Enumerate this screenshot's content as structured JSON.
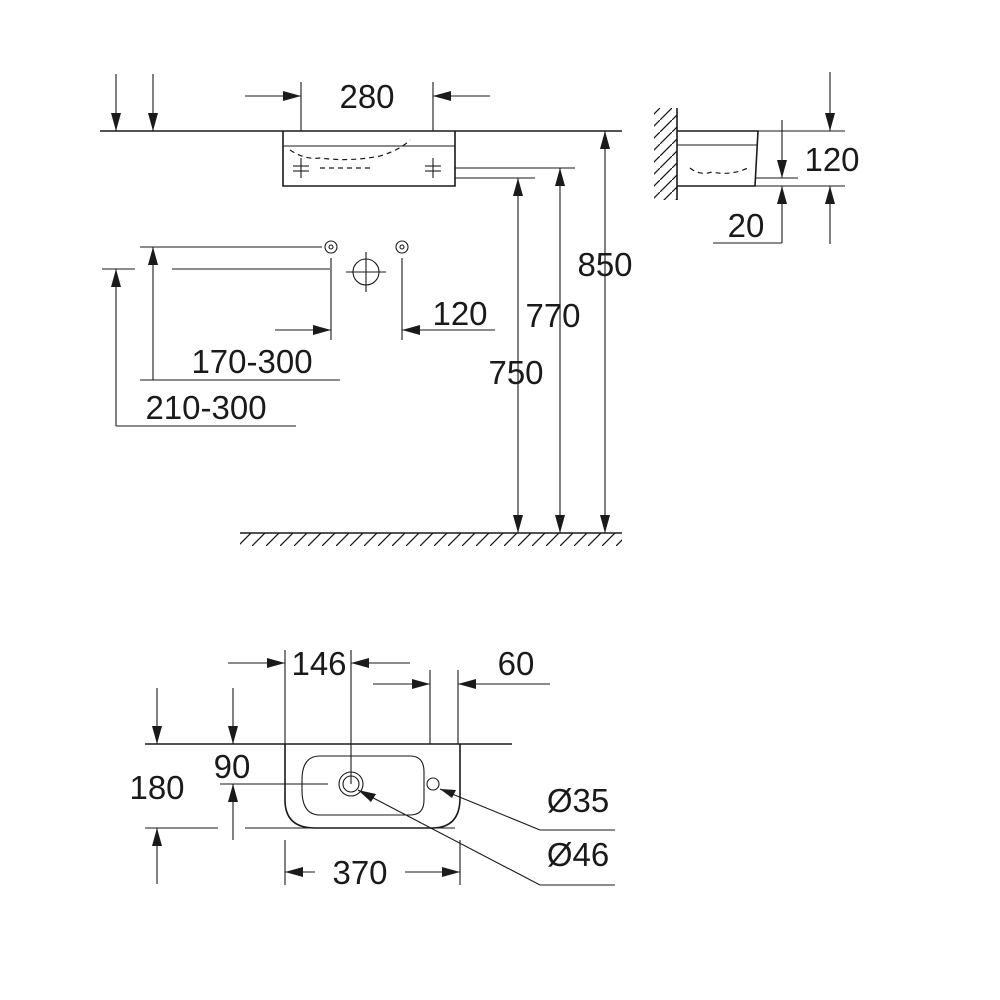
{
  "front_view": {
    "hole_spacing": "280",
    "height_overall": "850",
    "height_770": "770",
    "height_750": "750",
    "offset_120": "120",
    "range_170_300": "170-300",
    "range_210_300": "210-300"
  },
  "side_view": {
    "depth_120": "120",
    "thickness_20": "20"
  },
  "top_view": {
    "left_146": "146",
    "right_60": "60",
    "center_90": "90",
    "depth_180": "180",
    "width_370": "370",
    "hole_d35": "Ø35",
    "hole_d46": "Ø46"
  }
}
